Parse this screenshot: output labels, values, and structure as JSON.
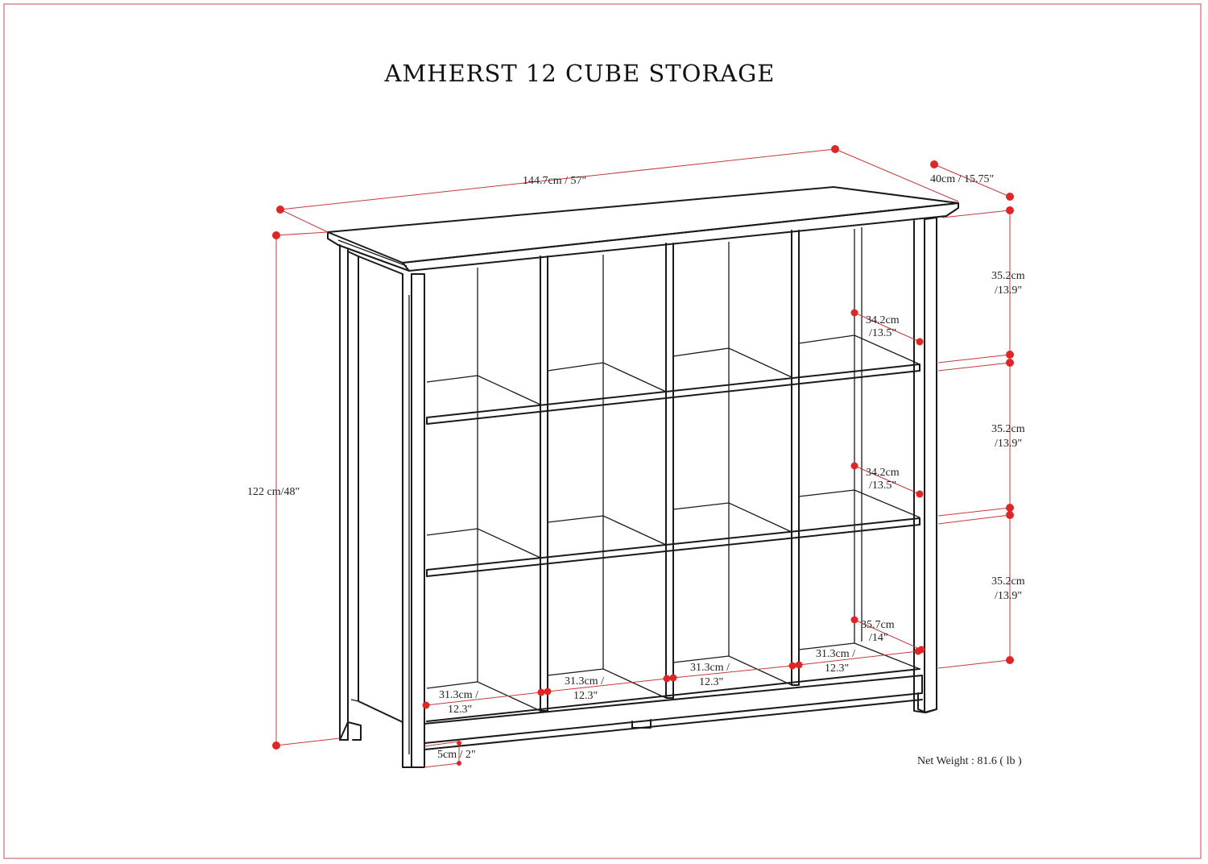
{
  "title": "AMHERST 12 CUBE STORAGE",
  "dimensions": {
    "width": "144.7cm / 57\"",
    "depth": "40cm / 15.75\"",
    "height": "122 cm/48\"",
    "row_height_top": [
      "35.2cm",
      "/13.9\""
    ],
    "row_height_mid": [
      "35.2cm",
      "/13.9\""
    ],
    "row_height_bottom": [
      "35.2cm",
      "/13.9\""
    ],
    "inner_height_top": [
      "34.2cm",
      "/13.5\""
    ],
    "inner_height_mid": [
      "34.2cm",
      "/13.5\""
    ],
    "inner_height_bottom": [
      "35.7cm",
      "/14\""
    ],
    "cube_width_1": [
      "31.3cm /",
      "12.3\""
    ],
    "cube_width_2": [
      "31.3cm /",
      "12.3\""
    ],
    "cube_width_3": [
      "31.3cm /",
      "12.3\""
    ],
    "cube_width_4": [
      "31.3cm /",
      "12.3\""
    ],
    "base_clearance": "5cm / 2\""
  },
  "net_weight": "Net Weight : 81.6 ( lb )",
  "colors": {
    "dimension_line": "#c63a3a",
    "dimension_dot": "#e02525",
    "frame": "#e2a4a6",
    "outline": "#1a1a1a"
  }
}
